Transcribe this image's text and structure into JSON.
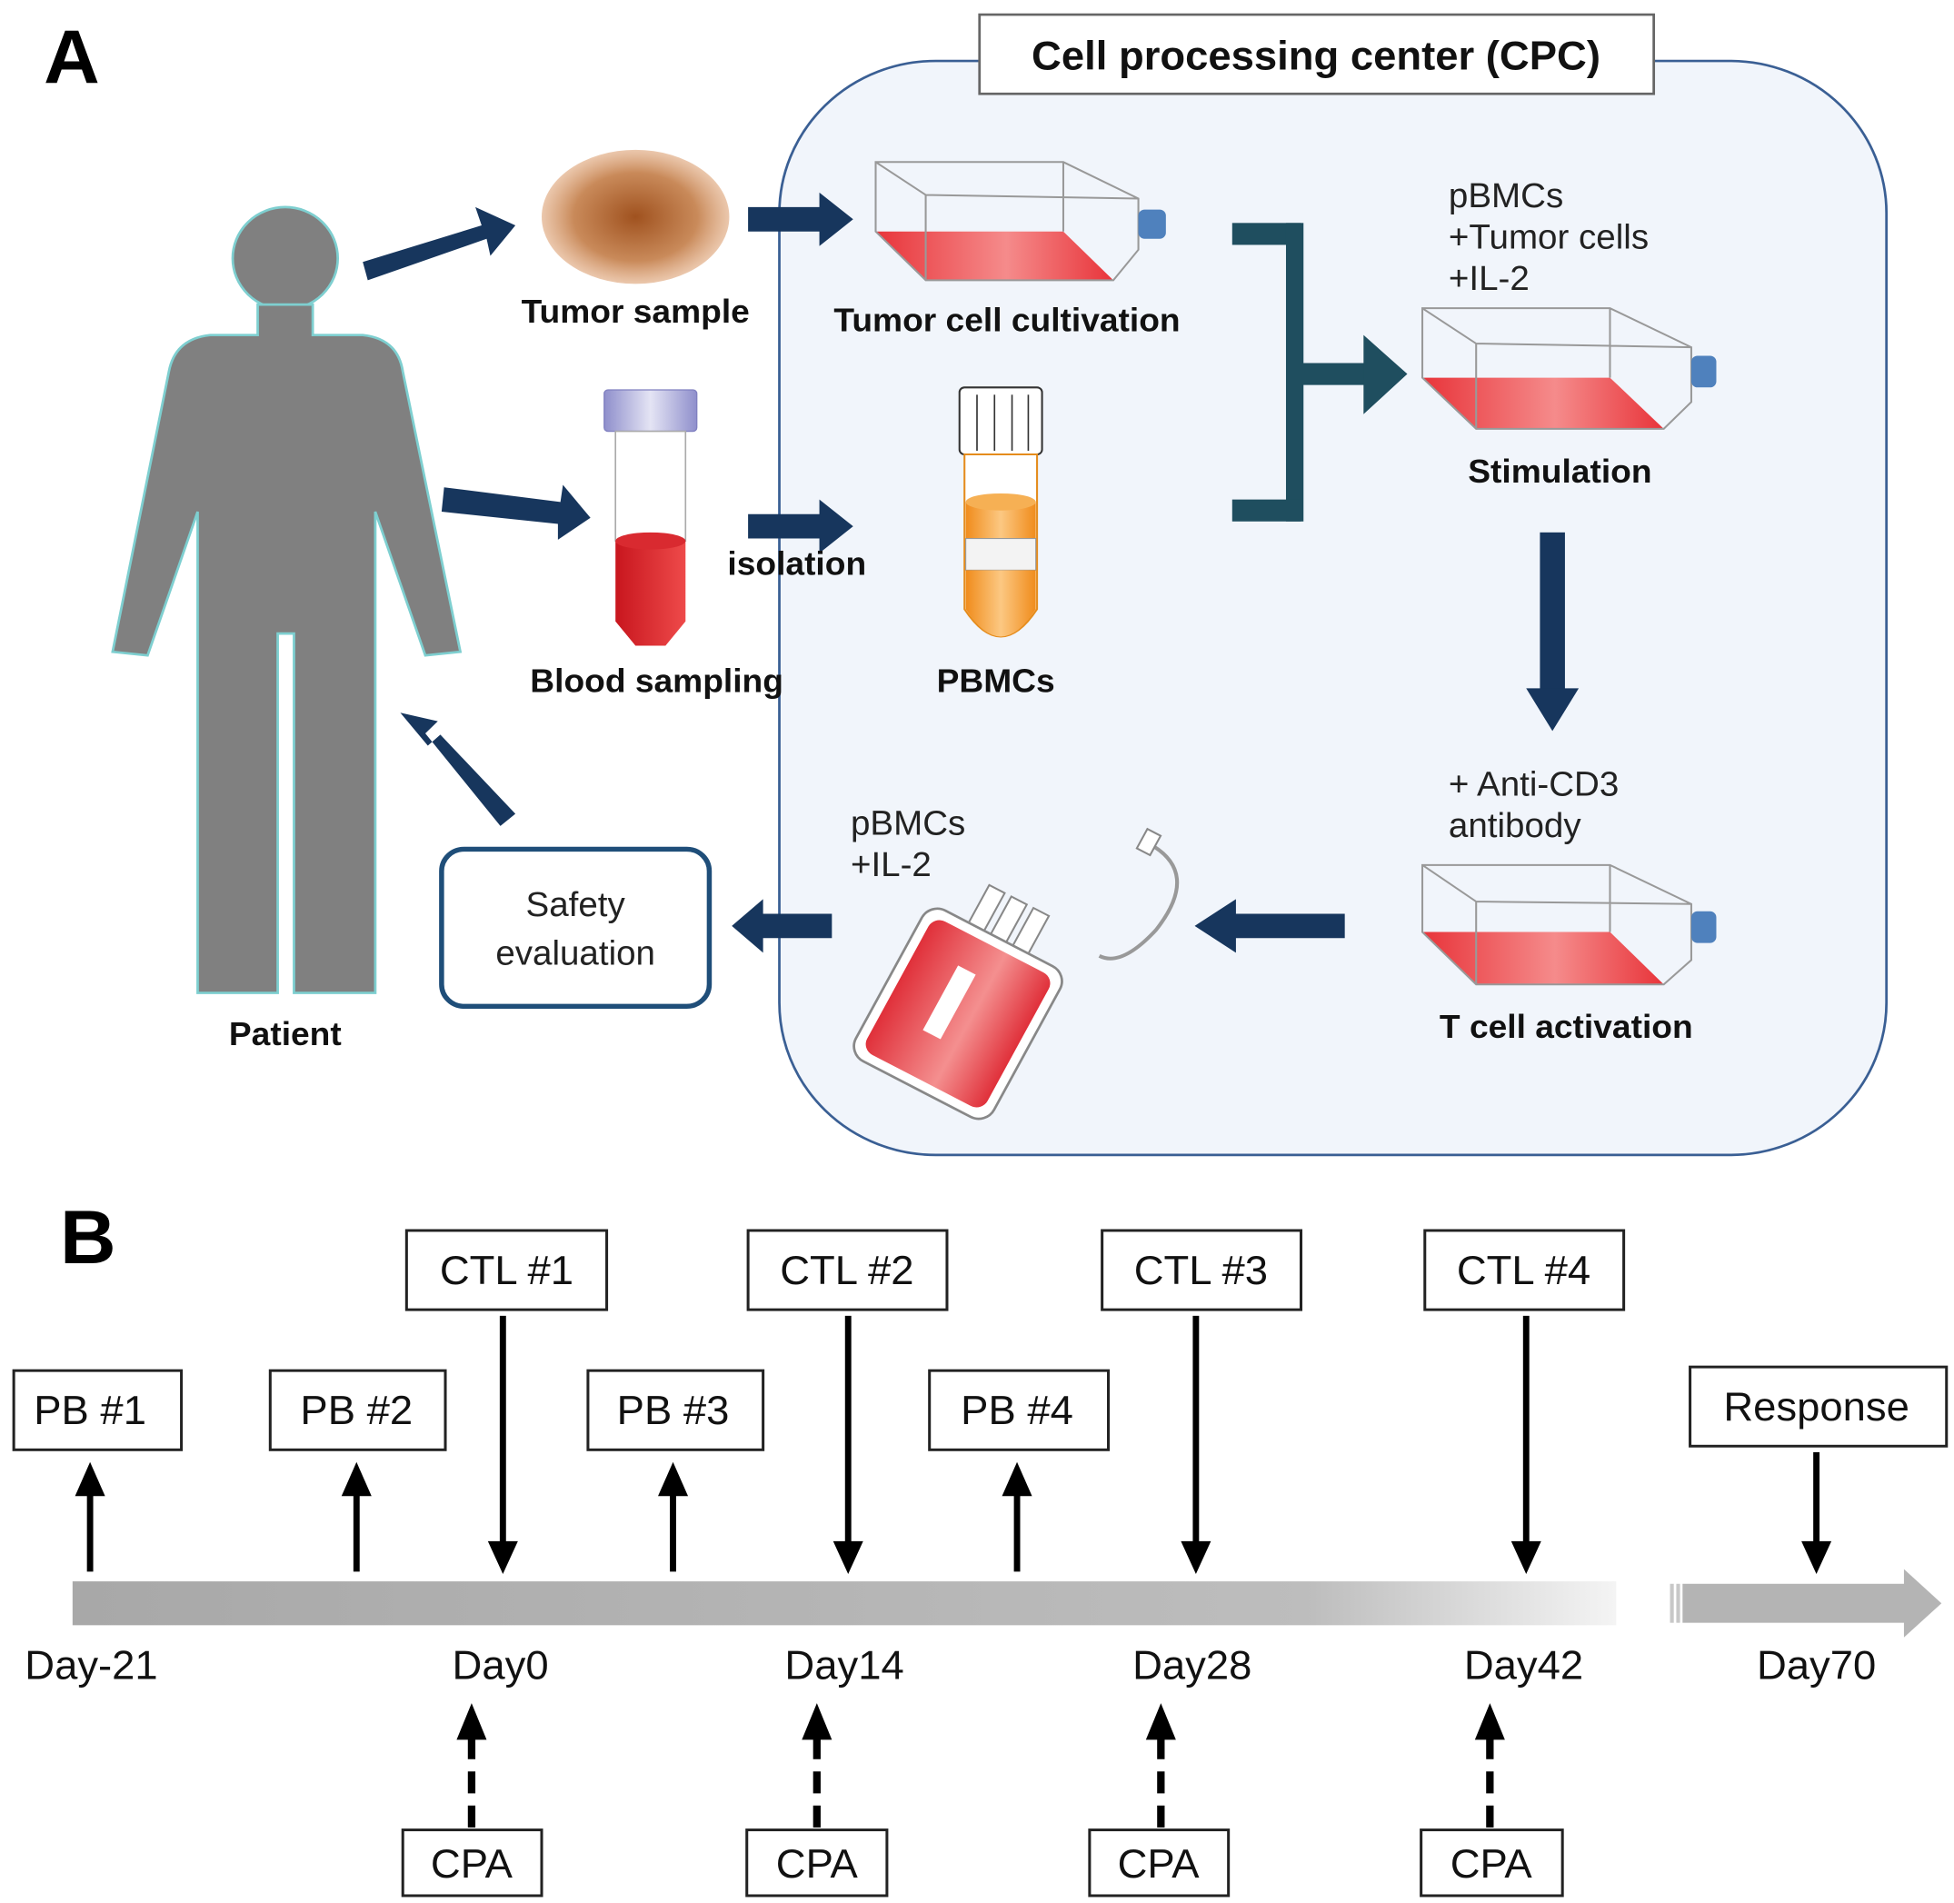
{
  "figure": {
    "colors": {
      "navy_arrow": "#17365d",
      "cpc_fill": "#f1f5fb",
      "cpc_border": "#3a5f94",
      "person": "#808080",
      "flask_liquid": "#e8343a",
      "tube_cap_blue": "#4f81bd",
      "pbmc_orange": "#f4a23a",
      "timeline_gray": "#aaaaaa"
    }
  },
  "panel_a": {
    "label": "A",
    "cpc_title": "Cell processing center (CPC)",
    "patient_label": "Patient",
    "tumor_sample_label": "Tumor sample",
    "tumor_cultivation_label": "Tumor cell cultivation",
    "blood_sampling_label": "Blood sampling",
    "isolation_label": "isolation",
    "pbmcs_label": "PBMCs",
    "stimulation_label": "Stimulation",
    "stimulation_inputs": [
      "pBMCs",
      "+Tumor cells",
      "+IL-2"
    ],
    "activation_inputs": [
      "+ Anti-CD3",
      "antibody"
    ],
    "t_cell_activation_label": "T cell activation",
    "infusion_contents": [
      "pBMCs",
      "+IL-2"
    ],
    "safety_evaluation": [
      "Safety",
      "evaluation"
    ]
  },
  "panel_b": {
    "label": "B",
    "ctl_boxes": [
      "CTL #1",
      "CTL #2",
      "CTL #3",
      "CTL #4"
    ],
    "pb_boxes": [
      "PB #1",
      "PB #2",
      "PB #3",
      "PB #4"
    ],
    "response_box": "Response",
    "day_labels": [
      "Day-21",
      "Day0",
      "Day14",
      "Day28",
      "Day42",
      "Day70"
    ],
    "cpa_boxes": [
      "CPA",
      "CPA",
      "CPA",
      "CPA"
    ]
  }
}
